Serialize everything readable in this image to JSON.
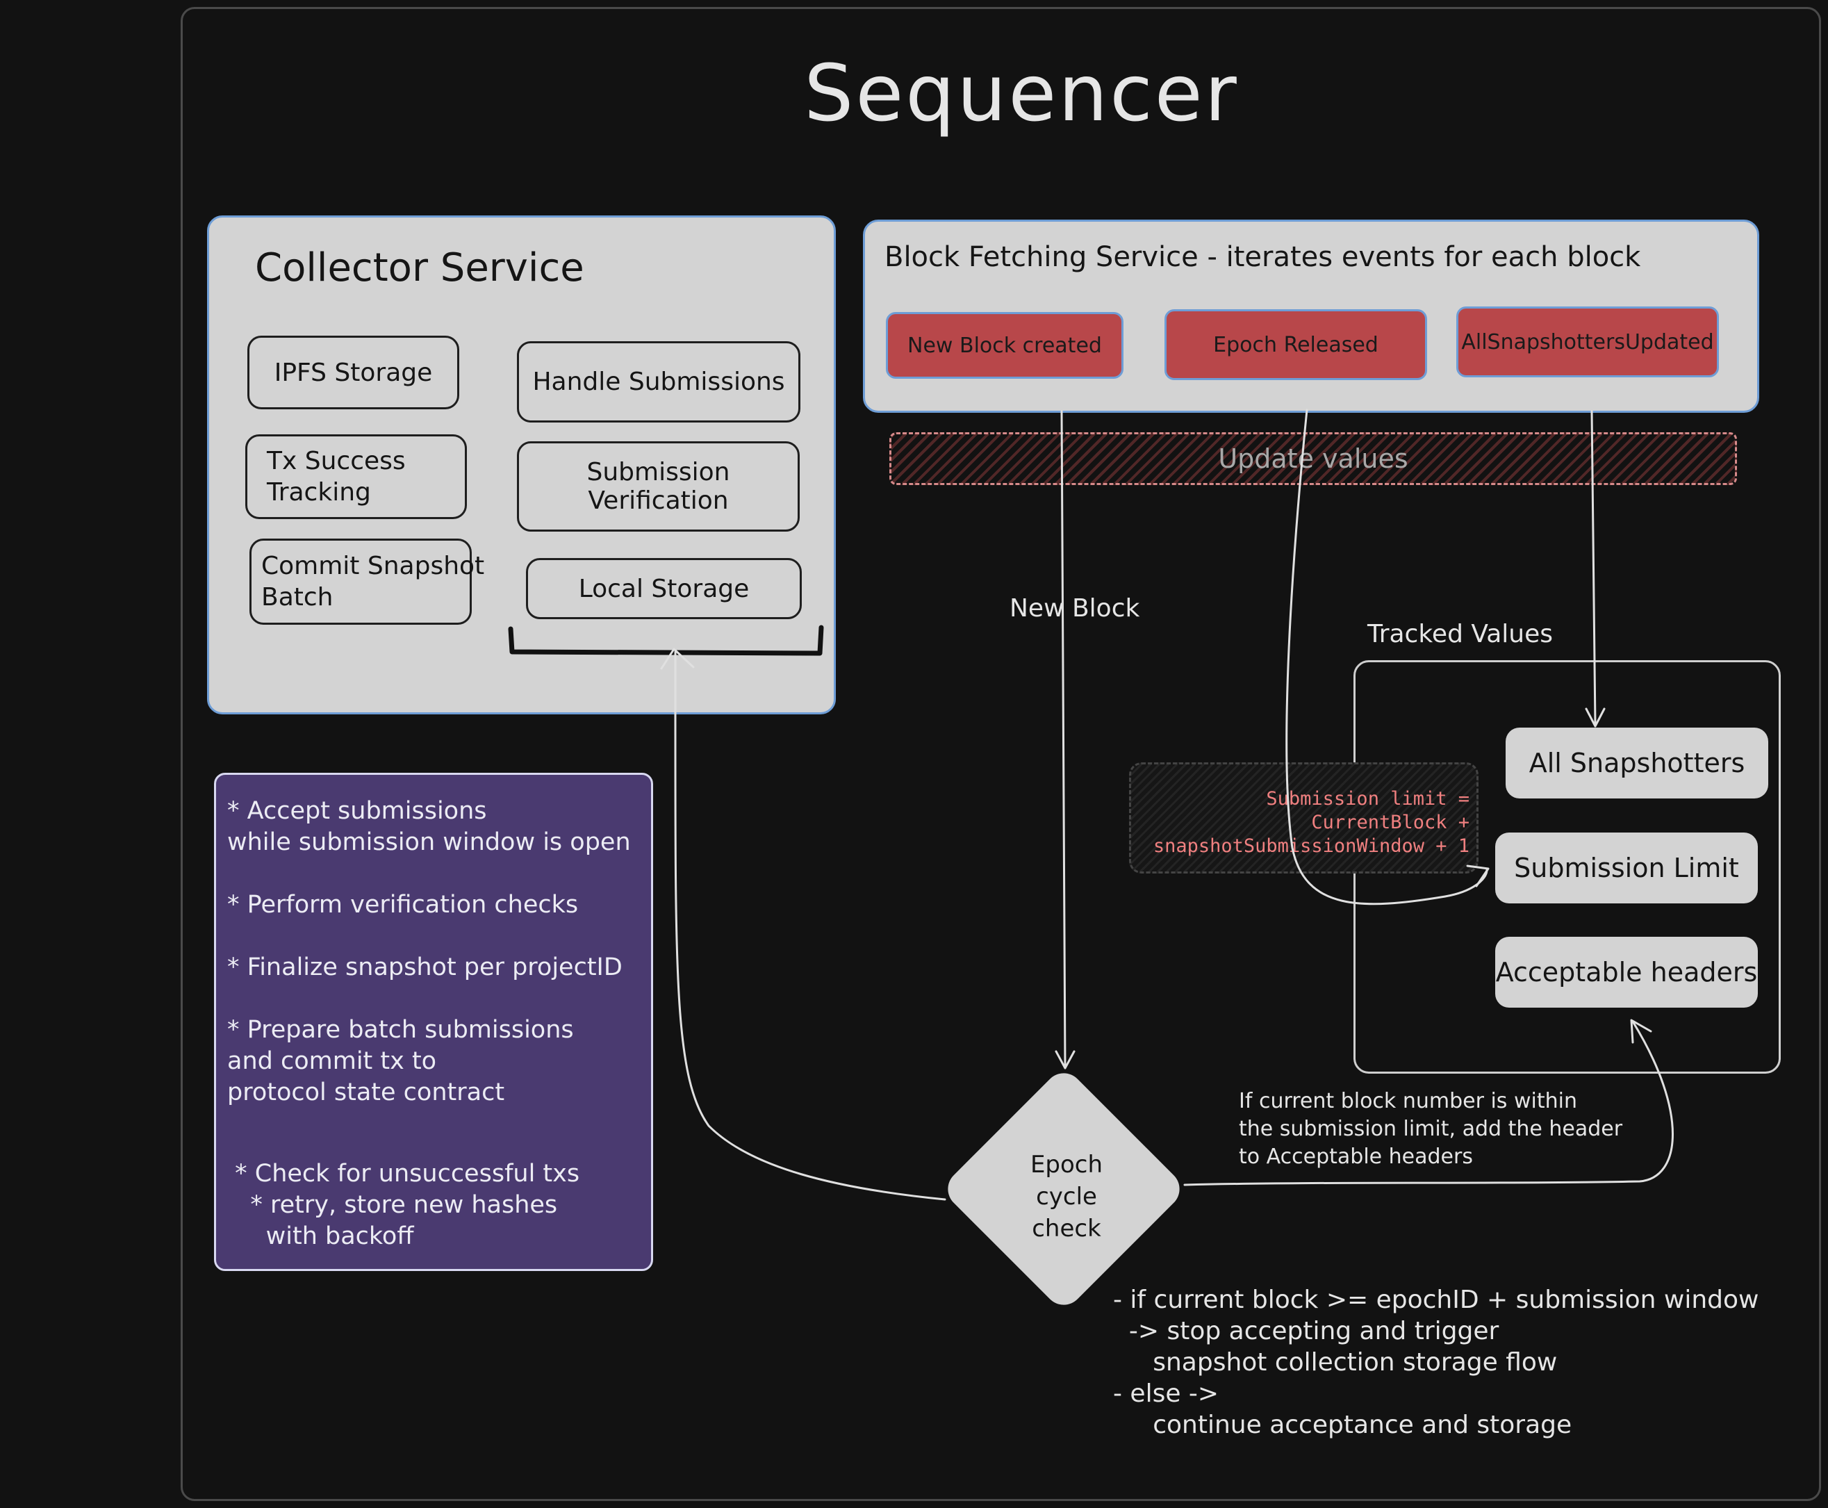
{
  "title": "Sequencer",
  "collector": {
    "title": "Collector Service",
    "modules": [
      {
        "label": "IPFS Storage"
      },
      {
        "label": "Handle Submissions"
      },
      {
        "label": "Tx Success\nTracking"
      },
      {
        "label": "Submission\nVerification"
      },
      {
        "label": "Commit Snapshot\nBatch"
      },
      {
        "label": "Local Storage"
      }
    ]
  },
  "block_fetching": {
    "title": "Block Fetching Service - iterates events for each block",
    "events": [
      {
        "label": "New Block created"
      },
      {
        "label": "Epoch Released"
      },
      {
        "label": "AllSnapshottersUpdated"
      }
    ]
  },
  "update_values": "Update values",
  "new_block_label": "New Block",
  "tracked": {
    "title": "Tracked Values",
    "items": [
      {
        "label": "All Snapshotters"
      },
      {
        "label": "Submission Limit"
      },
      {
        "label": "Acceptable headers"
      }
    ]
  },
  "submission_formula": "Submission limit =\nCurrentBlock +\nsnapshotSubmissionWindow + 1",
  "collector_notes": [
    "* Accept submissions\nwhile submission window is open",
    "* Perform verification checks",
    "* Finalize snapshot per projectID",
    "* Prepare batch submissions\nand commit tx to\nprotocol state contract",
    " * Check for unsuccessful txs\n   * retry, store new hashes\n     with backoff"
  ],
  "epoch_check": "Epoch\ncycle\ncheck",
  "acceptable_note": "If current block number is within\nthe submission limit, add the header\nto Acceptable headers",
  "epoch_condition": "- if current block >= epochID + submission window\n  -> stop accepting and trigger\n     snapshot collection storage flow\n- else ->\n     continue acceptance and storage",
  "colors": {
    "background": "#121212",
    "panel": "#d3d3d3",
    "panel_border": "#6e9dd6",
    "event": "#b8474a",
    "notes_panel": "#4a3a70",
    "formula_text": "#f08080"
  }
}
